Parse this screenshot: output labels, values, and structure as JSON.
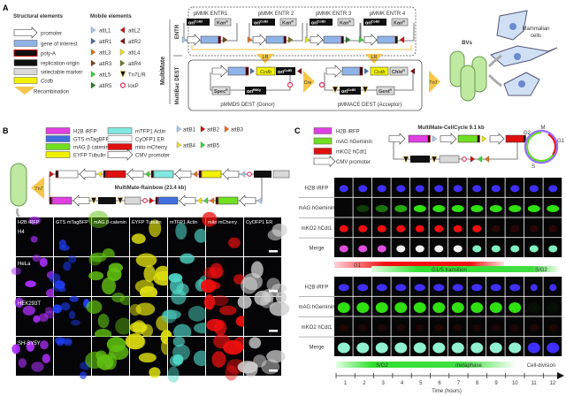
{
  "panels": {
    "a": "A",
    "b": "B",
    "c": "C"
  },
  "panel_a": {
    "structural_title": "Structural elements",
    "structural": [
      {
        "label": "promoter",
        "color": "#ffffff"
      },
      {
        "label": "gene of interest",
        "color": "#8fb3e6"
      },
      {
        "label": "poly-A",
        "color": "#111111"
      },
      {
        "label": "replication origin",
        "color": "#111111"
      },
      {
        "label": "selectable marker",
        "color": "#d9d9d9"
      },
      {
        "label": "Ccdb",
        "color": "#f2f200"
      },
      {
        "label": "Recombination",
        "color": "#f5c64a"
      }
    ],
    "mobile_title": "Mobile elements",
    "mobile": [
      {
        "label": "attL1",
        "color": "#a9c6e8"
      },
      {
        "label": "attL2",
        "color": "#cc1111"
      },
      {
        "label": "attR1",
        "color": "#4a6d94"
      },
      {
        "label": "attR2",
        "color": "#7a1010"
      },
      {
        "label": "attL3",
        "color": "#e07020"
      },
      {
        "label": "attL4",
        "color": "#e8e020"
      },
      {
        "label": "attR3",
        "color": "#7a4010"
      },
      {
        "label": "attR4",
        "color": "#6a7a20"
      },
      {
        "label": "attL5",
        "color": "#40d040"
      },
      {
        "label": "Tn7L/R",
        "color": "#111111"
      },
      {
        "label": "attR5",
        "color": "#207a20"
      },
      {
        "label": "loxP",
        "color": "#e0305a"
      }
    ],
    "multimate": "MultiMate",
    "entr": "ENTR",
    "multibac_dest": "MultiBac DEST",
    "entr_plasmids": [
      "pMMK ENTR1",
      "pMMK ENTR 2",
      "pMMK ENTR 3",
      "pMMK ENTR 4"
    ],
    "ori": "ori",
    "ori_colei": "ColEI",
    "ori_r6k": "R6Kγ",
    "kan": "Kan",
    "resist_sup": "R",
    "lr": "LR",
    "cre": "Cre",
    "tn7": "Tn7",
    "ccdb": "Ccdb",
    "spec": "Spec",
    "chlo": "Chlo",
    "gent": "Gent",
    "donor": "pMMDS DEST (Donor)",
    "acceptor": "pMMACE DEST (Acceptor)",
    "bvs": "BVs",
    "mammalian_cells": [
      "Mammalian",
      "cells"
    ]
  },
  "panel_b": {
    "legend": [
      {
        "label": "H2B iRFP",
        "color": "#e040e0"
      },
      {
        "label": "GTS mTagBFP",
        "color": "#4070e0"
      },
      {
        "label": "mAG β catenin",
        "color": "#70e020"
      },
      {
        "label": "EYFP Tubulin",
        "color": "#f0f000"
      },
      {
        "label": "mTFP1 Actin",
        "color": "#80e8e0"
      },
      {
        "label": "CyOFP1 ER",
        "color": "#ffffff"
      },
      {
        "label": "mito mCherry",
        "color": "#e01010"
      },
      {
        "label": "CMV promoter",
        "color": "#ffffff"
      }
    ],
    "att": [
      {
        "label": "attB1",
        "color": "#a9c6e8"
      },
      {
        "label": "attB2",
        "color": "#cc1111"
      },
      {
        "label": "attB3",
        "color": "#e07020"
      },
      {
        "label": "attB4",
        "color": "#e8e020"
      },
      {
        "label": "attB5",
        "color": "#40d040"
      }
    ],
    "plasmid_title": "MultiMate-Rainbow (23.4 kb)",
    "tn7": "Tn7",
    "channels": [
      {
        "label": "H2B iRFP",
        "color": "#b030ff"
      },
      {
        "label": "GTS mTagBFP",
        "color": "#2040ff"
      },
      {
        "label": "mAG β-catenin",
        "color": "#60c010"
      },
      {
        "label": "EYFP Tubulin",
        "color": "#e0e010"
      },
      {
        "label": "mTFP1 Actin",
        "color": "#50d8c8"
      },
      {
        "label": "mito mCherry",
        "color": "#f01010"
      },
      {
        "label": "CyOFP1 ER",
        "color": "#d0d0d0"
      }
    ],
    "cell_lines": [
      "H4",
      "HeLa",
      "HEK293T",
      "SH-SY5Y"
    ]
  },
  "panel_c": {
    "legend": [
      {
        "label": "H2B iRFP",
        "color": "#e040e0"
      },
      {
        "label": "mAG hGeminin",
        "color": "#70e020"
      },
      {
        "label": "mKO2 hCdt1",
        "color": "#e01010"
      },
      {
        "label": "CMV promoter",
        "color": "#ffffff"
      }
    ],
    "plasmid_title": "MultiMate-CellCycle 9.1 kb",
    "cycle_labels": {
      "m": "M",
      "g1": "G1",
      "g2": "G2",
      "s": "S"
    },
    "row_labels": [
      "H2B iRFP",
      "mAG hGeminin",
      "mKO2 hCdt1",
      "Merge"
    ],
    "phase_bar_1": {
      "g1": "G1",
      "g1s": "G1/S transition",
      "sg2": "S/G2"
    },
    "phase_bar_2": {
      "sg2": "S/G2",
      "metaphase": "metaphase",
      "division": "Cell-division"
    },
    "time_ticks": [
      "1",
      "2",
      "3",
      "4",
      "5",
      "6",
      "7",
      "8",
      "9",
      "10",
      "11",
      "12"
    ],
    "time_label": "Time (hours)"
  }
}
